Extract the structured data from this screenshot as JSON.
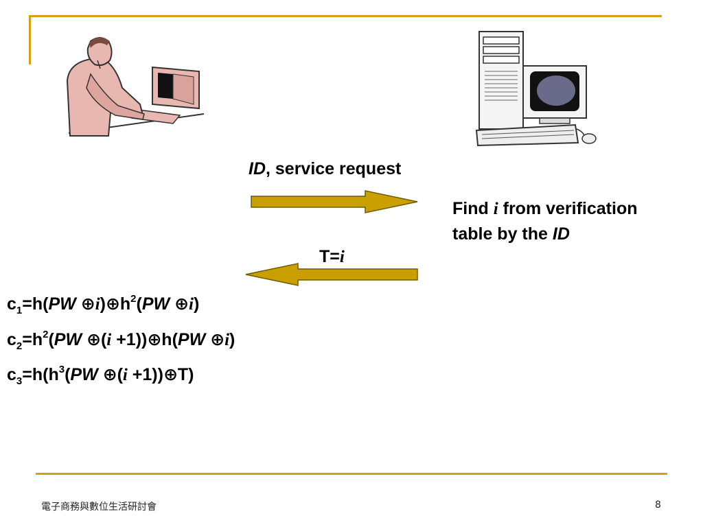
{
  "arrow_top_label": {
    "id": "ID",
    "rest": ", service request"
  },
  "arrow_bottom_label": {
    "t": "T=",
    "i": "i"
  },
  "server_note": {
    "line1_pre": "Find ",
    "line1_i": "i",
    "line1_post": " from verification",
    "line2_pre": "table by the ",
    "line2_id": "ID"
  },
  "equations": {
    "c1": {
      "c": "c",
      "sub": "1",
      "a": "=h(",
      "pw1": "PW",
      "xor1": " ⊕",
      "i1": "i",
      "b": ")⊕h",
      "sup": "2",
      "c2": "(",
      "pw2": "PW",
      "xor2": " ⊕",
      "i2": "i",
      "d": ")"
    },
    "c2": {
      "c": "c",
      "sub": "2",
      "a": "=h",
      "sup": "2",
      "b": "(",
      "pw1": "PW",
      "xor1": " ⊕(",
      "i1": "i",
      "c2": " +1))⊕h(",
      "pw2": "PW",
      "xor2": " ⊕",
      "i2": "i",
      "d": ")"
    },
    "c3": {
      "c": "c",
      "sub": "3",
      "a": "=h(h",
      "sup": "3",
      "b": "(",
      "pw1": "PW",
      "xor1": " ⊕(",
      "i1": "i",
      "d": " +1))⊕T)"
    }
  },
  "footer": {
    "title": "電子商務與數位生活研討會",
    "page": "8"
  },
  "colors": {
    "accent": "#d4a017",
    "arrow": "#c9a000",
    "arrow_stroke": "#6b5a00"
  },
  "icons": [
    "user-at-computer-icon",
    "server-computer-icon"
  ]
}
